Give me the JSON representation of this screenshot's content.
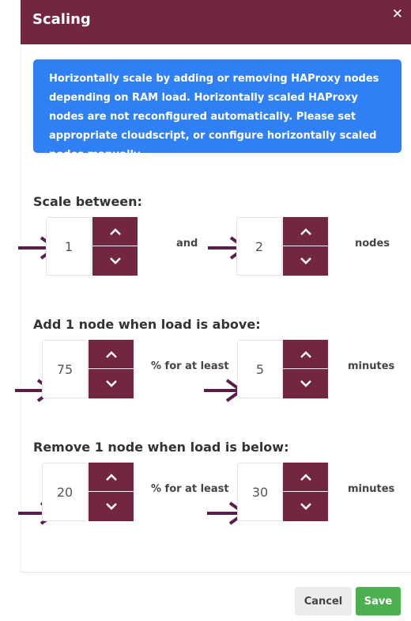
{
  "dialog": {
    "title": "Scaling",
    "close_icon": "close-icon"
  },
  "info": {
    "text": "Horizontally scale by adding or removing HAProxy nodes depending on RAM load. Horizontally scaled HAProxy nodes are not reconfigured automatically. Please set appropriate cloudscript, or configure horizontally scaled nodes manually."
  },
  "scale": {
    "title": "Scale between:",
    "min_value": "1",
    "and_label": "and",
    "max_value": "2",
    "unit_label": "nodes"
  },
  "add": {
    "title": "Add 1 node when load is above:",
    "load_value": "75",
    "mid_label": "% for at least",
    "minutes_value": "5",
    "unit_label": "minutes"
  },
  "remove": {
    "title": "Remove 1 node when load is below:",
    "load_value": "20",
    "mid_label": "% for at least",
    "minutes_value": "30",
    "unit_label": "minutes"
  },
  "footer": {
    "cancel_label": "Cancel",
    "save_label": "Save"
  },
  "colors": {
    "header": "#722642",
    "stepper": "#722642",
    "info_bg": "#2f80f5",
    "save": "#4caf50",
    "arrow": "#5a1d4a"
  },
  "icons": {
    "increment": "chevron-up-icon",
    "decrement": "chevron-down-icon",
    "pointer": "right-arrow-icon"
  }
}
